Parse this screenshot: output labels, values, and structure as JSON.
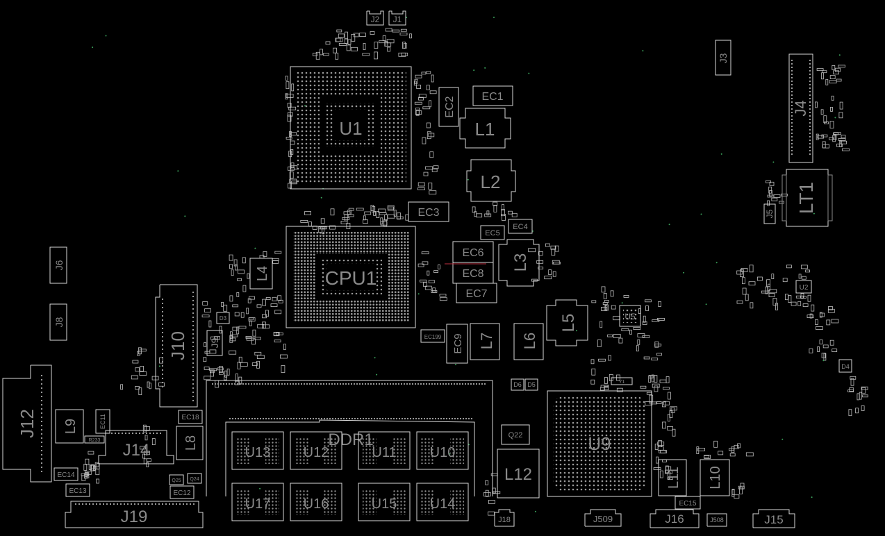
{
  "board": {
    "background": "#000000",
    "outline_color": "#d8d8d8",
    "label_color": "#8a8a8a",
    "pad_color": "#9a9a9a",
    "accent_color": "#c03040"
  },
  "components": {
    "U1": "U1",
    "CPU1": "CPU1",
    "U9": "U9",
    "DDR1": "DDR1",
    "U5": "U5",
    "U2": "U2",
    "U10": "U10",
    "U11": "U11",
    "U12": "U12",
    "U13": "U13",
    "U14": "U14",
    "U15": "U15",
    "U16": "U16",
    "U17": "U17",
    "L1": "L1",
    "L2": "L2",
    "L3": "L3",
    "L4": "L4",
    "L5": "L5",
    "L6": "L6",
    "L7": "L7",
    "L8": "L8",
    "L9": "L9",
    "L10": "L10",
    "L11": "L11",
    "L12": "L12",
    "LT1": "LT1",
    "EC1": "EC1",
    "EC2": "EC2",
    "EC3": "EC3",
    "EC4": "EC4",
    "EC5": "EC5",
    "EC6": "EC6",
    "EC7": "EC7",
    "EC8": "EC8",
    "EC9": "EC9",
    "EC11": "EC11",
    "EC12": "EC12",
    "EC13": "EC13",
    "EC14": "EC14",
    "EC15": "EC15",
    "EC18": "EC18",
    "EC199": "EC199",
    "J1": "J1",
    "J2": "J2",
    "J3": "J3",
    "J4": "J4",
    "J5": "J5",
    "J6": "J6",
    "J8": "J8",
    "J9": "J9",
    "J10": "J10",
    "J12": "J12",
    "J14": "J14",
    "J15": "J15",
    "J16": "J16",
    "J18": "J18",
    "J19": "J19",
    "J508": "J508",
    "J509": "J509",
    "Q22": "Q22",
    "Q25": "Q25",
    "Q24": "Q24",
    "R233": "R233",
    "D3": "D3",
    "D4": "D4",
    "D5": "D5",
    "D6": "D6",
    "Y1": "Y1"
  }
}
